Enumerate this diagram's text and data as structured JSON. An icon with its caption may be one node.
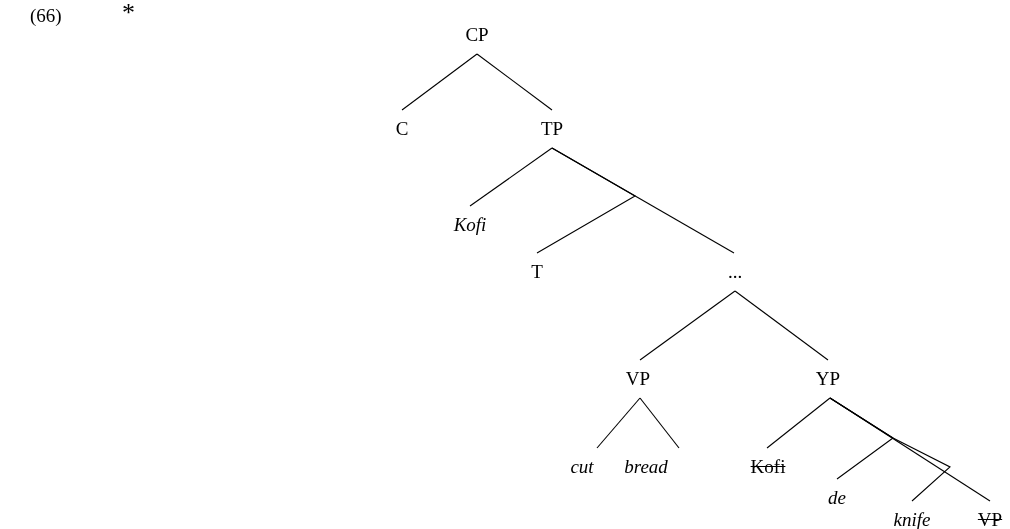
{
  "diagram": {
    "nodes": [
      {
        "text": [
          "CP"
        ]
      },
      {
        "text": [
          "C"
        ]
      },
      {
        "text": [
          "TP"
        ]
      },
      {
        "text": [
          "Kofi"
        ]
      },
      {
        "text": [
          "T"
        ]
      },
      {
        "text": [
          "..."
        ]
      },
      {
        "text": [
          "VP"
        ]
      },
      {
        "text": [
          "YP"
        ]
      },
      {
        "text": [
          "cut"
        ]
      },
      {
        "text": [
          "bread"
        ]
      },
      {
        "text": [
          "Kofi"
        ]
      },
      {
        "text": [
          "de"
        ]
      },
      {
        "text": [
          "knife"
        ]
      },
      {
        "text": [
          "VP"
        ]
      }
    ],
    "edges": [
      {
        "from": 0,
        "to": 1,
        "arrow": "none"
      },
      {
        "from": 0,
        "to": 2,
        "arrow": "none"
      },
      {
        "from": 2,
        "to": 3,
        "arrow": "none"
      },
      {
        "from": 2,
        "to": 4,
        "arrow": "none"
      },
      {
        "from": 2,
        "to": 5,
        "arrow": "none"
      },
      {
        "from": 5,
        "to": 6,
        "arrow": "none"
      },
      {
        "from": 5,
        "to": 7,
        "arrow": "none"
      },
      {
        "from": 6,
        "to": 8,
        "arrow": "none"
      },
      {
        "from": 6,
        "to": 9,
        "arrow": "none"
      },
      {
        "from": 7,
        "to": 10,
        "arrow": "none"
      },
      {
        "from": 7,
        "to": 11,
        "arrow": "none"
      },
      {
        "from": 7,
        "to": 12,
        "arrow": "none"
      },
      {
        "from": 7,
        "to": 13,
        "arrow": "none"
      }
    ],
    "labels": [
      "(66)",
      "*"
    ]
  }
}
